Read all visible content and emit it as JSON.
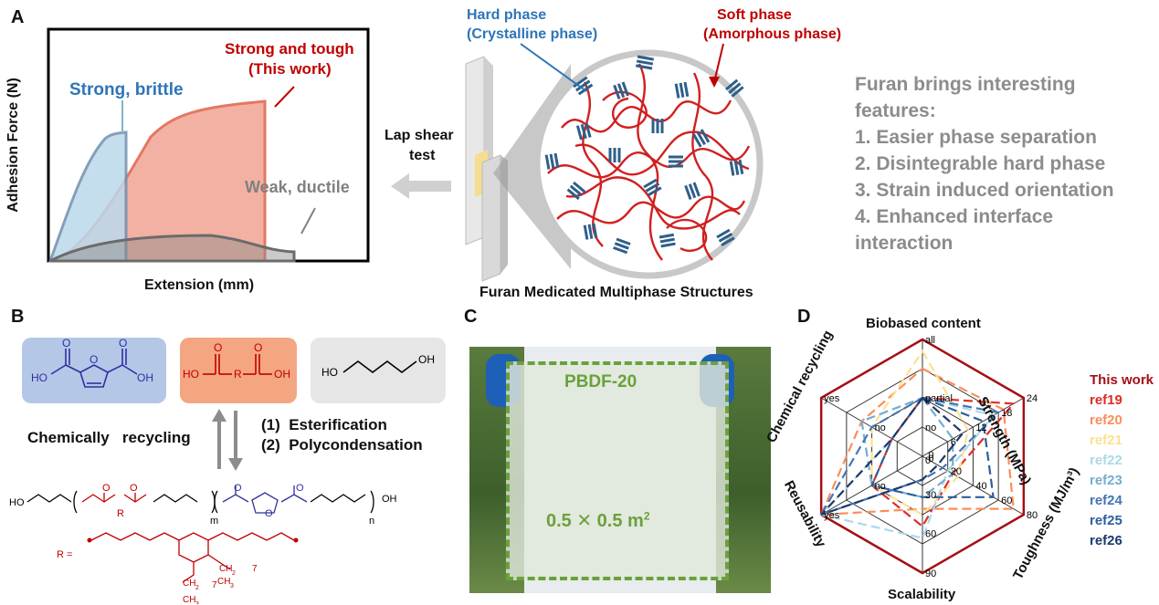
{
  "panelA": {
    "letter": "A",
    "y_label": "Adhesion Force (N)",
    "x_label": "Extension (mm)",
    "curve_brittle_label": "Strong, brittle",
    "curve_tough_label_line1": "Strong and tough",
    "curve_tough_label_line2": "(This work)",
    "curve_ductile_label": "Weak, ductile",
    "lap_shear_line1": "Lap shear",
    "lap_shear_line2": "test",
    "hard_phase_line1": "Hard phase",
    "hard_phase_line2": "(Crystalline phase)",
    "soft_phase_line1": "Soft phase",
    "soft_phase_line2": "(Amorphous phase)",
    "structure_caption": "Furan Medicated Multiphase Structures",
    "features": [
      "Furan brings interesting",
      "features:",
      "1. Easier phase separation",
      "2. Disintegrable hard phase",
      "3. Strain induced orientation",
      "4. Enhanced interface",
      "interaction"
    ],
    "colors": {
      "blue": "#2e75b6",
      "red": "#c00000",
      "gray": "#808080"
    }
  },
  "panelB": {
    "letter": "B",
    "recycling_label": "Chemically   recycling",
    "step1": "(1)  Esterification",
    "step2": "(2)  Polycondensation",
    "m_label": "m",
    "n_label": "n",
    "r_label": "R =",
    "ho": "HO",
    "oh": "OH",
    "o": "O",
    "r": "R",
    "subscript7": "7",
    "ch2": "CH",
    "ch3": "CH",
    "sub2": "2",
    "sub3": "3"
  },
  "panelC": {
    "letter": "C",
    "film_name": "PBDF-20",
    "film_size": "0.5 ✕ 0.5 m",
    "film_size_sup": "2"
  },
  "panelD": {
    "letter": "D",
    "axes": [
      "Biobased content",
      "Strength (MPa)",
      "Toughness (MJ/m³)",
      "Scalability",
      "Reusability",
      "Chemical recycling"
    ],
    "tick_biobased": [
      "all",
      "partial",
      "no"
    ],
    "tick_strength": [
      "24",
      "18",
      "12",
      "6",
      "0"
    ],
    "tick_toughness": [
      "80",
      "60",
      "40",
      "20",
      "0"
    ],
    "tick_scalability": [
      "90",
      "60",
      "30",
      "0"
    ],
    "tick_reusability": [
      "yes",
      "no"
    ],
    "tick_chemical": [
      "yes",
      "no"
    ],
    "legend": [
      {
        "name": "This work",
        "color": "#a50f15"
      },
      {
        "name": "ref19",
        "color": "#de2d26"
      },
      {
        "name": "ref20",
        "color": "#fc8d59"
      },
      {
        "name": "ref21",
        "color": "#fee090"
      },
      {
        "name": "ref22",
        "color": "#abd9e9"
      },
      {
        "name": "ref23",
        "color": "#74add1"
      },
      {
        "name": "ref24",
        "color": "#4575b4"
      },
      {
        "name": "ref25",
        "color": "#2c5f9e"
      },
      {
        "name": "ref26",
        "color": "#1b3a6b"
      }
    ]
  }
}
